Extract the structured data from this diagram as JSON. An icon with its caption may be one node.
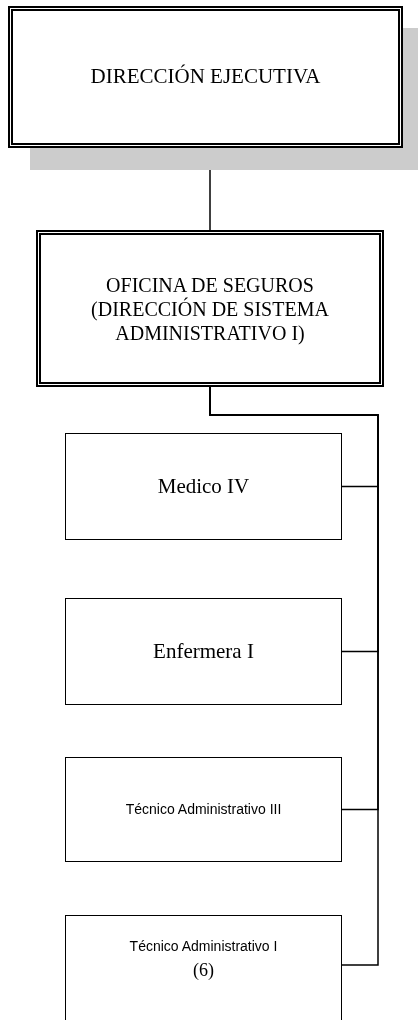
{
  "diagram": {
    "nodes": [
      {
        "text": [
          "DIRECCIÓN EJECUTIVA"
        ]
      },
      {
        "text": [
          "OFICINA DE SEGUROS (DIRECCIÓN DE SISTEMA ADMINISTRATIVO I)"
        ]
      },
      {
        "text": [
          "Medico IV"
        ]
      },
      {
        "text": [
          "Enfermera I"
        ]
      },
      {
        "text": [
          "Técnico Administrativo III"
        ]
      },
      {
        "text": [
          "Técnico Administrativo I",
          "(6)"
        ]
      }
    ],
    "edges": [
      {
        "from": 0,
        "to": 1,
        "arrow": "none"
      },
      {
        "from": 1,
        "to": 2,
        "arrow": "none"
      },
      {
        "from": 1,
        "to": 3,
        "arrow": "none"
      },
      {
        "from": 1,
        "to": 4,
        "arrow": "none"
      },
      {
        "from": 1,
        "to": 5,
        "arrow": "none"
      }
    ]
  }
}
